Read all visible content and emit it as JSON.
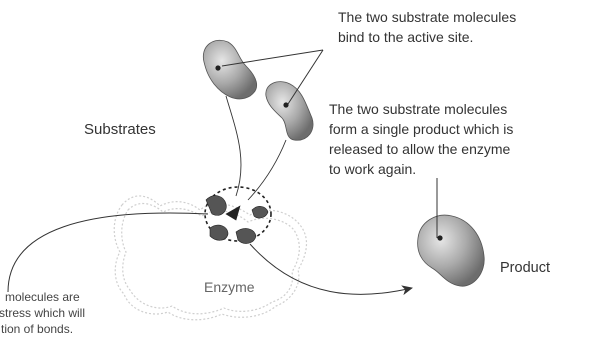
{
  "labels": {
    "substrates": "Substrates",
    "enzyme": "Enzyme",
    "product": "Product"
  },
  "annotations": {
    "bind": [
      "The two substrate molecules",
      "bind to the active site."
    ],
    "form": [
      "The two substrate molecules",
      "form a single product which is",
      "released to allow the enzyme",
      "to work again."
    ],
    "stress": [
      "molecules are",
      "stress which will",
      "tion of bonds."
    ]
  },
  "colors": {
    "ink": "#333333",
    "substrate_fill": "#9a9a9a",
    "enzyme_outline": "#c8c8c8",
    "dashed_circle": "#222222"
  }
}
